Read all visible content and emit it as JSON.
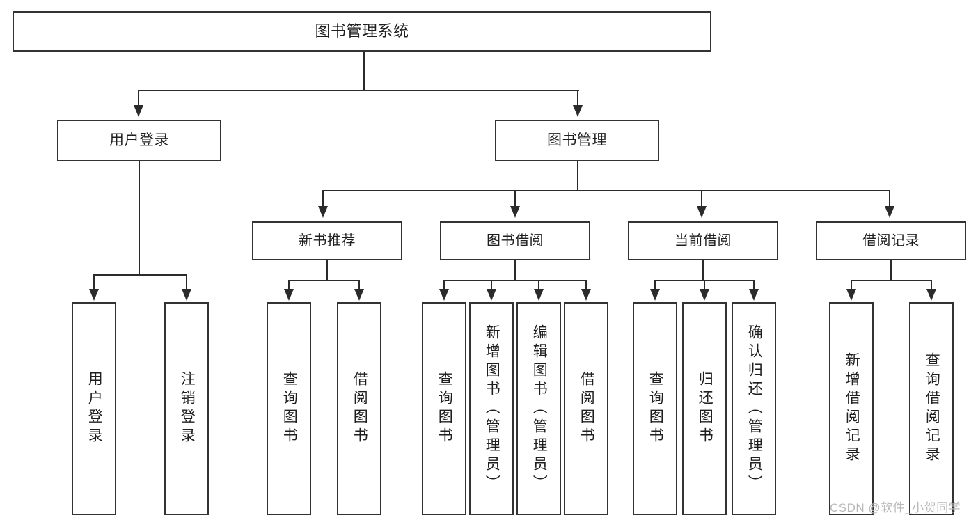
{
  "diagram": {
    "type": "tree",
    "title": "图书管理系统",
    "colors": {
      "box_border": "#333333",
      "connector": "#2b2b2b",
      "background": "#ffffff",
      "watermark": "#b9b9b9"
    },
    "root": {
      "label": "图书管理系统"
    },
    "level2": [
      {
        "label": "用户登录"
      },
      {
        "label": "图书管理"
      }
    ],
    "level3": [
      {
        "label": "新书推荐"
      },
      {
        "label": "图书借阅"
      },
      {
        "label": "当前借阅"
      },
      {
        "label": "借阅记录"
      }
    ],
    "leaves": {
      "user_login": [
        {
          "label": "用户登录"
        },
        {
          "label": "注销登录"
        }
      ],
      "new_book_recommend": [
        {
          "label": "查询图书"
        },
        {
          "label": "借阅图书"
        }
      ],
      "book_borrow": [
        {
          "label": "查询图书"
        },
        {
          "label": "新增图书（管理员）"
        },
        {
          "label": "编辑图书（管理员）"
        },
        {
          "label": "借阅图书"
        }
      ],
      "current_borrow": [
        {
          "label": "查询图书"
        },
        {
          "label": "归还图书"
        },
        {
          "label": "确认归还（管理员）"
        }
      ],
      "borrow_record": [
        {
          "label": "新增借阅记录"
        },
        {
          "label": "查询借阅记录"
        }
      ]
    }
  },
  "watermark": {
    "text": "CSDN @软件_小贺同学"
  }
}
